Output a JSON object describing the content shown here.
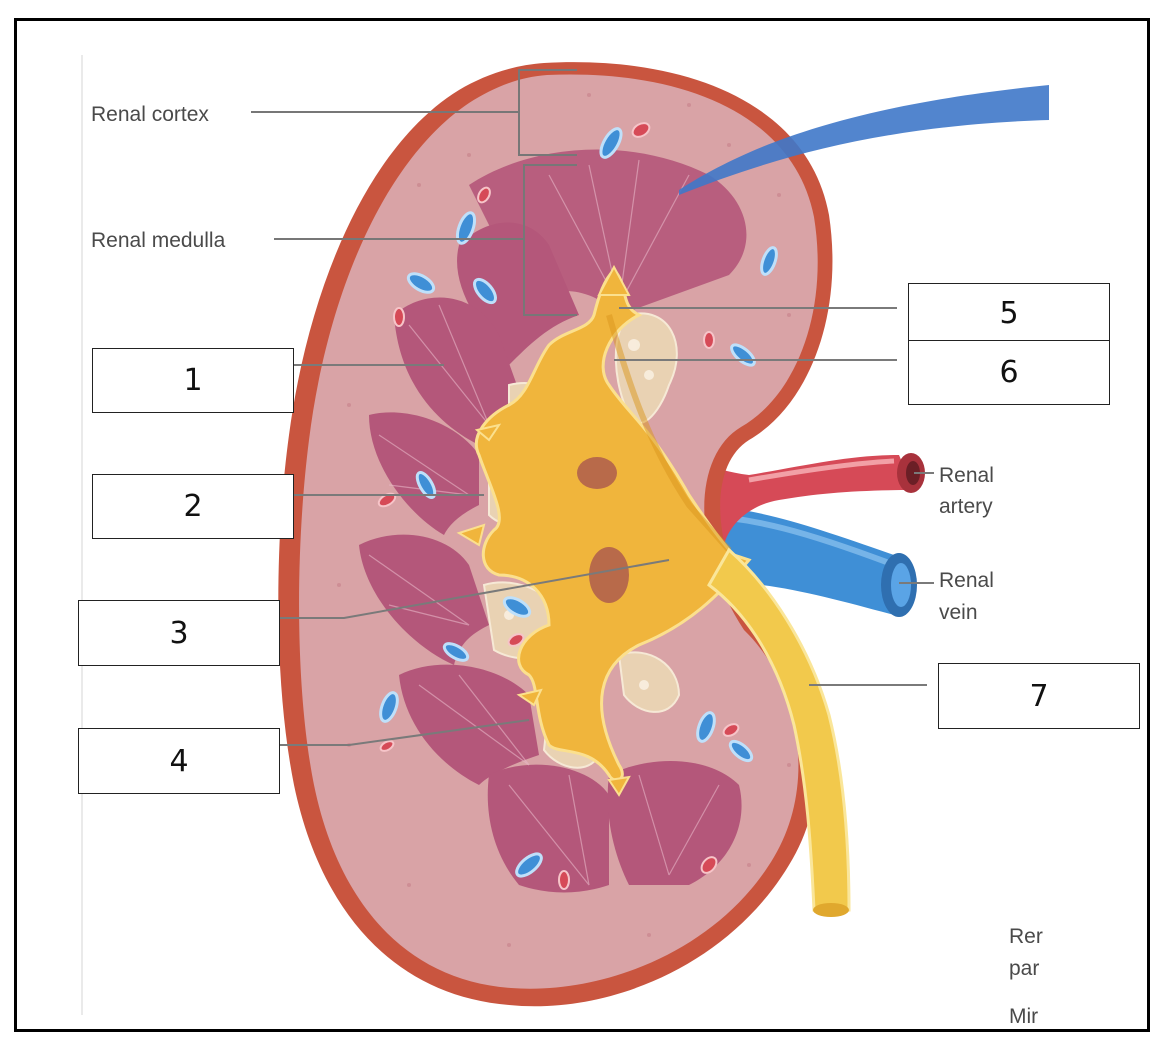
{
  "labels": {
    "renal_cortex": "Renal cortex",
    "renal_medulla": "Renal medulla",
    "renal_artery_line1": "Renal",
    "renal_artery_line2": "artery",
    "renal_vein_line1": "Renal",
    "renal_vein_line2": "vein",
    "renal_papilla_line1": "Rer",
    "renal_papilla_line2": "par",
    "minor_partial": "Mir"
  },
  "answer_boxes": [
    "1",
    "2",
    "3",
    "4",
    "5",
    "6",
    "7"
  ],
  "colors": {
    "capsule": "#c9553f",
    "cortex": "#d9a3a6",
    "medulla": "#b4577a",
    "pelvis": "#f0b53c",
    "ureter": "#f2c94c",
    "artery": "#d64a57",
    "vein": "#3f8fd6",
    "fat": "#e9d2b3"
  }
}
